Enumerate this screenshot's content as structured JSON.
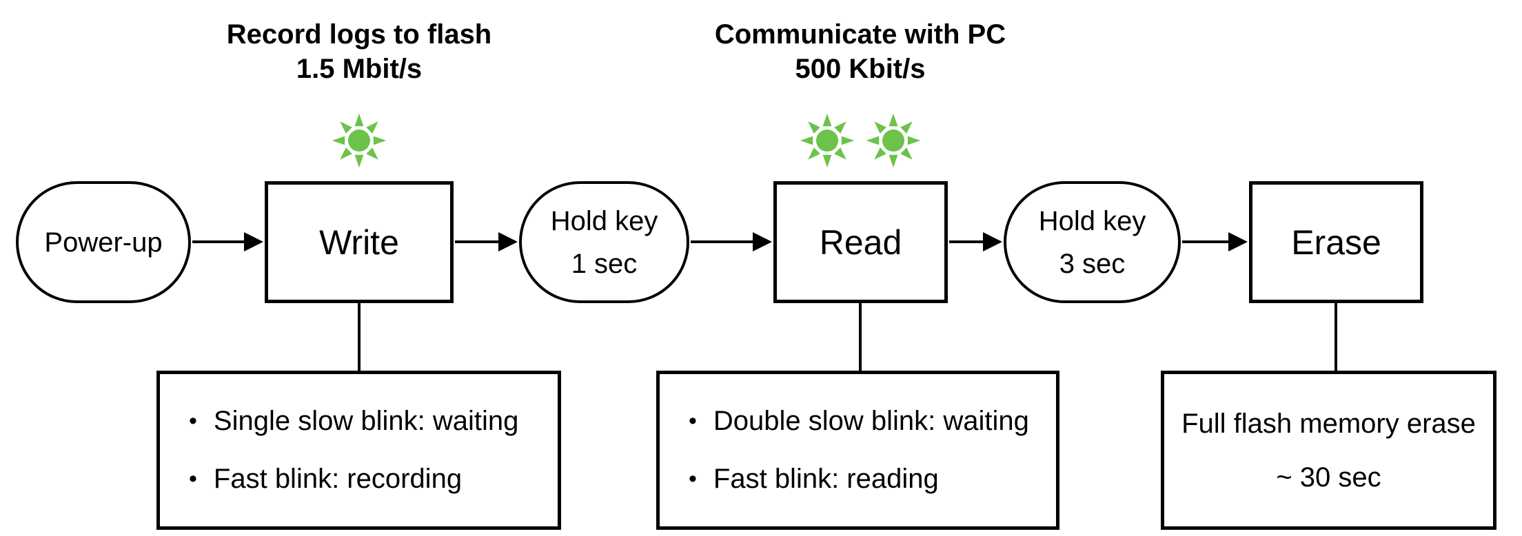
{
  "colors": {
    "led_green": "#6CC24A",
    "line_black": "#000000"
  },
  "headers": {
    "write_mode": {
      "line1": "Record logs to flash",
      "line2": "1.5 Mbit/s"
    },
    "read_mode": {
      "line1": "Communicate with PC",
      "line2": "500 Kbit/s"
    }
  },
  "nodes": {
    "power_up": {
      "label": "Power-up"
    },
    "write": {
      "label": "Write"
    },
    "hold_key_1": {
      "line1": "Hold key",
      "line2": "1 sec"
    },
    "read": {
      "label": "Read"
    },
    "hold_key_3": {
      "line1": "Hold key",
      "line2": "3 sec"
    },
    "erase": {
      "label": "Erase"
    }
  },
  "notes": {
    "write": {
      "bullet_char": "•",
      "bullet1": "Single slow blink: waiting",
      "bullet2": "Fast blink: recording"
    },
    "read": {
      "bullet_char": "•",
      "bullet1": "Double slow blink: waiting",
      "bullet2": "Fast blink: reading"
    },
    "erase": {
      "line1": "Full flash memory erase",
      "line2": "~ 30 sec"
    }
  }
}
